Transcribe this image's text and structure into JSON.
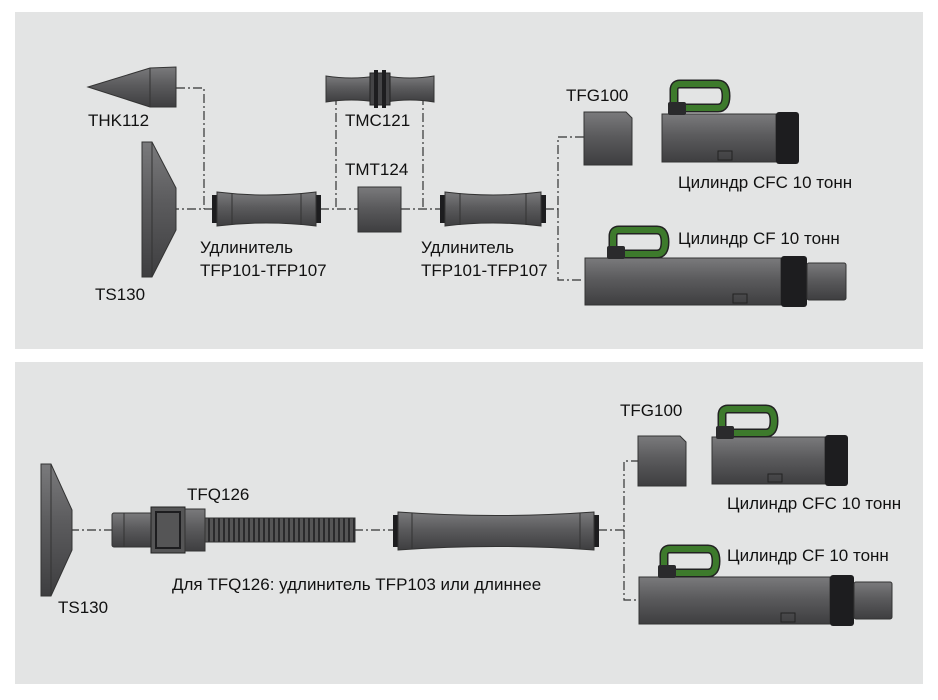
{
  "colors": {
    "panel": "#e3e4e4",
    "part_fill": "#555556",
    "part_dark": "#1d1d1f",
    "shackle_green": "#2f5b22",
    "guide_line": "#333333"
  },
  "top": {
    "thk112": "THK112",
    "ts130": "TS130",
    "tmc121": "TMC121",
    "tmt124": "TMT124",
    "ext1_line1": "Удлинитель",
    "ext1_line2": "TFP101-TFP107",
    "ext2_line1": "Удлинитель",
    "ext2_line2": "TFP101-TFP107",
    "tfg100": "TFG100",
    "cfc": "Цилиндр CFC 10 тонн",
    "cf": "Цилиндр CF 10 тонн"
  },
  "bottom": {
    "tfg100": "TFG100",
    "tfq126": "TFQ126",
    "ts130": "TS130",
    "cfc": "Цилиндр CFC 10 тонн",
    "cf": "Цилиндр CF 10 тонн",
    "note": "Для TFQ126: удлинитель TFP103 или длиннее"
  }
}
